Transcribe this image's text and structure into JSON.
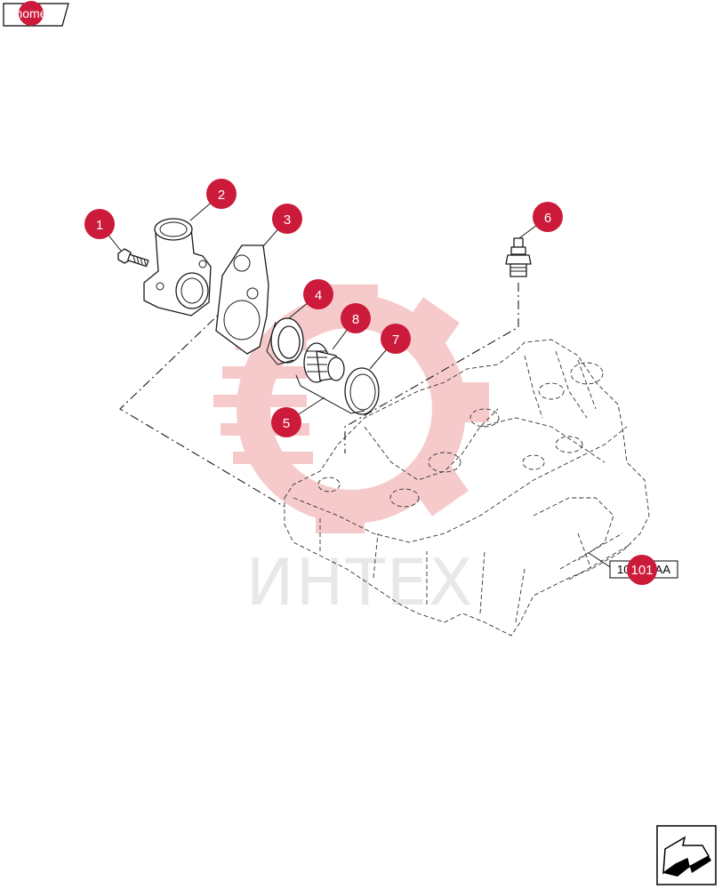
{
  "home_tab": {
    "label": "home"
  },
  "callouts": [
    {
      "id": "1",
      "label": "1"
    },
    {
      "id": "2",
      "label": "2"
    },
    {
      "id": "3",
      "label": "3"
    },
    {
      "id": "4",
      "label": "4"
    },
    {
      "id": "5",
      "label": "5"
    },
    {
      "id": "6",
      "label": "6"
    },
    {
      "id": "7",
      "label": "7"
    },
    {
      "id": "8",
      "label": "8"
    }
  ],
  "reference_box": {
    "label": "10 001 AA",
    "callout": "101"
  },
  "watermark": {
    "text": "ИНТЕХ"
  },
  "nav": {
    "icon": "arrow-icon"
  },
  "colors": {
    "callout": "#cc1a3a",
    "watermark": "#e86a6a",
    "line": "#1a1a1a"
  }
}
